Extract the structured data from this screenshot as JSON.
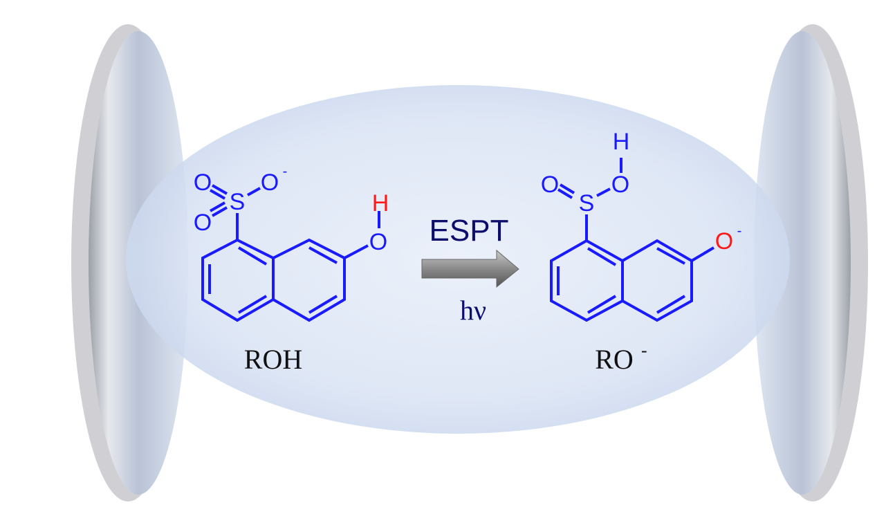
{
  "colors": {
    "molecule": "#1a1aff",
    "hydroxyl": "#ff1a1a",
    "text": "#0d0d6b",
    "cloud": "#d6e0f3"
  },
  "reaction": {
    "process": "ESPT",
    "light": "hν"
  },
  "reactant": {
    "label": "ROH",
    "label_superscript": "",
    "atoms": {
      "o1": "O",
      "o2": "O",
      "o3": "O",
      "o3_charge": "-",
      "s": "S",
      "oh_o": "O",
      "oh_h": "H"
    }
  },
  "product": {
    "label": "RO",
    "label_superscript": "-",
    "atoms": {
      "o1": "O",
      "o2": "O",
      "s": "S",
      "h": "H",
      "phenolate_o": "O",
      "phenolate_charge": "-"
    }
  }
}
